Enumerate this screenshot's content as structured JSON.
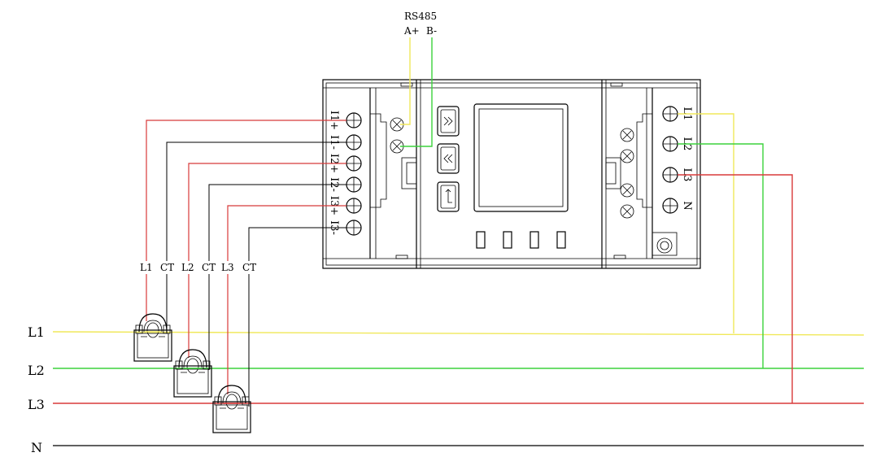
{
  "rs485": {
    "title": "RS485",
    "a_plus": "A+",
    "b_minus": "B-"
  },
  "terminals_left": [
    "I1+",
    "I1-",
    "I2+",
    "I2-",
    "I3+",
    "I3-"
  ],
  "terminals_right": [
    "L1",
    "L2",
    "L3",
    "N"
  ],
  "ct_labels": [
    "L1",
    "CT",
    "L2",
    "CT",
    "L3",
    "CT"
  ],
  "bus": {
    "l1": "L1",
    "l2": "L2",
    "l3": "L3",
    "n": "N"
  },
  "colors": {
    "l1": "#f0e85a",
    "l2": "#3bd23b",
    "l3": "#d83a3a",
    "n": "#000000",
    "ct_return": "#000000"
  },
  "icons": {
    "button_1": "double-chevron-right-icon",
    "button_2": "double-chevron-left-icon",
    "button_3": "enter-return-icon"
  }
}
